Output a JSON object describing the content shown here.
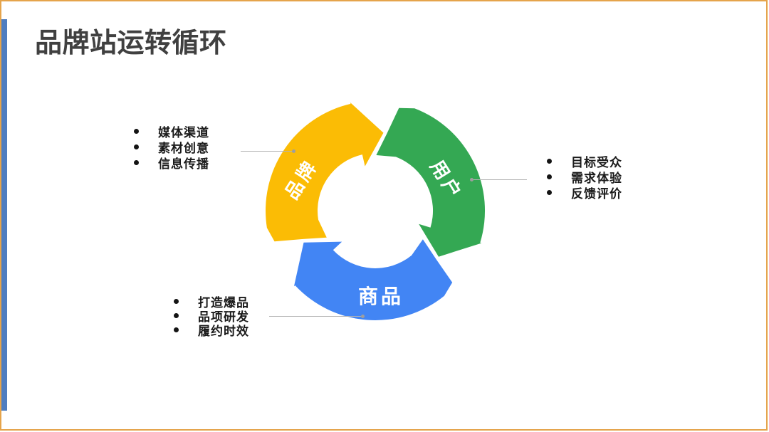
{
  "slide": {
    "title": "品牌站运转循环",
    "title_color": "#404040",
    "background": "#FFFFFF",
    "frame_color": "#E5A44B",
    "accent_bar_color": "#4E7DC0"
  },
  "diagram": {
    "type": "cycle-arrows",
    "rotation": "clockwise",
    "leader_line_color": "#B3B3B3",
    "leader_dot_color": "#9E9E9E",
    "text_color": "#1A1A1A",
    "segments": [
      {
        "id": "brand",
        "label": "品牌",
        "color": "#FBBC05",
        "bullets": [
          "媒体渠道",
          "素材创意",
          "信息传播"
        ]
      },
      {
        "id": "user",
        "label": "用户",
        "color": "#34A853",
        "bullets": [
          "目标受众",
          "需求体验",
          "反馈评价"
        ]
      },
      {
        "id": "product",
        "label": "商品",
        "color": "#4285F4",
        "bullets": [
          "打造爆品",
          "品项研发",
          "履约时效"
        ]
      }
    ]
  }
}
